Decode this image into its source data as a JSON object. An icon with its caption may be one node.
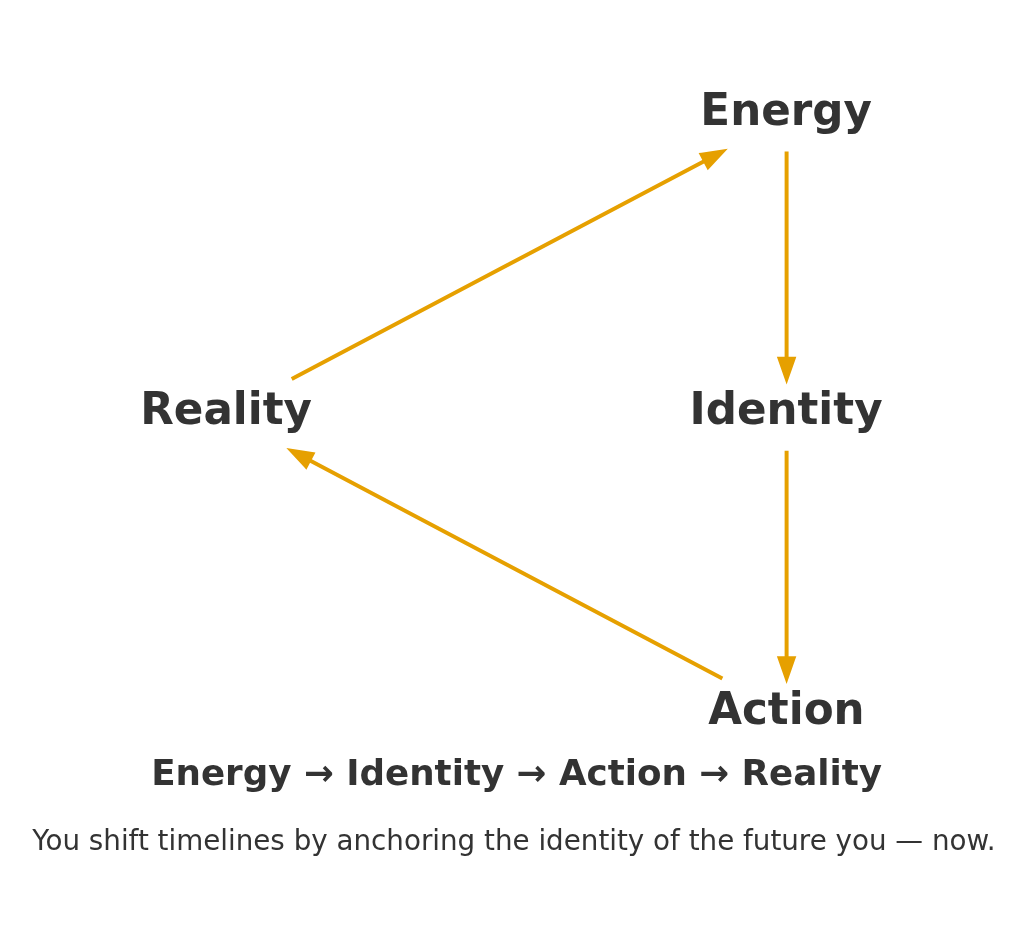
{
  "diagram": {
    "title": "Energy → Identity → Action → Reality",
    "caption": "You shift timelines by anchoring the identity of the future you — now.",
    "nodes": [
      {
        "text": [
          "Energy"
        ]
      },
      {
        "text": [
          "Identity"
        ]
      },
      {
        "text": [
          "Action"
        ]
      },
      {
        "text": [
          "Reality"
        ]
      }
    ],
    "edges": [
      {
        "from": 0,
        "to": 1,
        "arrow": "to",
        "color": "#e6a000"
      },
      {
        "from": 1,
        "to": 2,
        "arrow": "to",
        "color": "#e6a000"
      },
      {
        "from": 2,
        "to": 3,
        "arrow": "to",
        "color": "#e6a000"
      },
      {
        "from": 3,
        "to": 0,
        "arrow": "to",
        "color": "#e6a000"
      }
    ]
  }
}
